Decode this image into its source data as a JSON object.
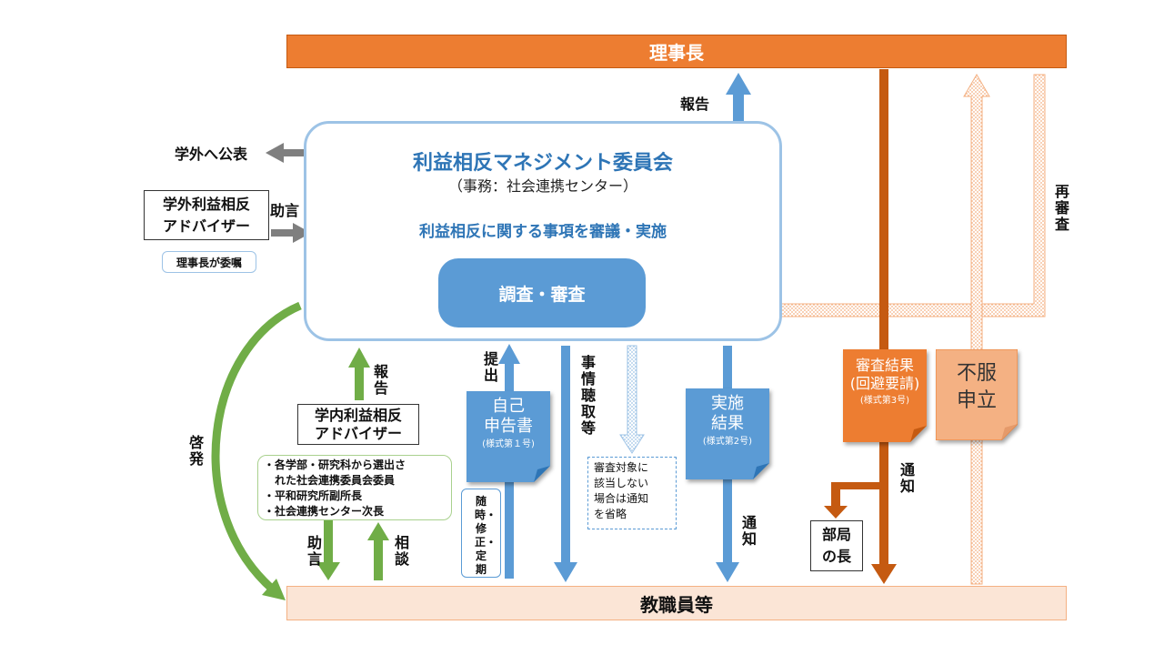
{
  "top_bar": {
    "label": "理事長"
  },
  "bottom_bar": {
    "label": "教職員等"
  },
  "committee": {
    "title": "利益相反マネジメント委員会",
    "subtitle": "（事務：社会連携センター）",
    "description": "利益相反に関する事項を審議・実施",
    "inner_box": "調査・審査"
  },
  "external_advisor": {
    "line1": "学外利益相反",
    "line2": "アドバイザー",
    "note": "理事長が委嘱"
  },
  "internal_advisor": {
    "line1": "学内利益相反",
    "line2": "アドバイザー",
    "members": [
      "・各学部・研究科から選出さ",
      "　れた社会連携委員会委員",
      "・平和研究所副所長",
      "・社会連携センター次長"
    ]
  },
  "labels": {
    "public_announce": "学外へ公表",
    "advice_external": "助言",
    "report_top": "報告",
    "report_internal": "報告",
    "enlighten": "啓発",
    "advice_internal": "助言",
    "consult": "相談",
    "submit": "提出",
    "hearing": "事情聴取等",
    "notify_result": "通知",
    "notify_review": "通知",
    "rereview": "再審査",
    "timing": "随時・修正・定期"
  },
  "documents": {
    "self_report": {
      "line1": "自己",
      "line2": "申告書",
      "form": "(様式第１号)"
    },
    "implementation": {
      "line1": "実施",
      "line2": "結果",
      "form": "(様式第2号)"
    },
    "review_result": {
      "line1": "審査結果",
      "line2": "(回避要請)",
      "form": "(様式第3号)"
    },
    "objection": {
      "line1": "不服",
      "line2": "申立"
    }
  },
  "omission_note": {
    "line1": "審査対象に",
    "line2": "該当しない",
    "line3": "場合は通知",
    "line4": "を省略"
  },
  "dept_head": {
    "line1": "部局",
    "line2": "の長"
  },
  "colors": {
    "top_bar": "#ed7d31",
    "bottom_bar": "#fbe5d6",
    "blue": "#5b9bd5",
    "committee_border": "#9dc3e6",
    "green": "#70ad47",
    "orange_dark": "#c55a11",
    "gray": "#7f7f7f",
    "objection": "#f4b183"
  }
}
